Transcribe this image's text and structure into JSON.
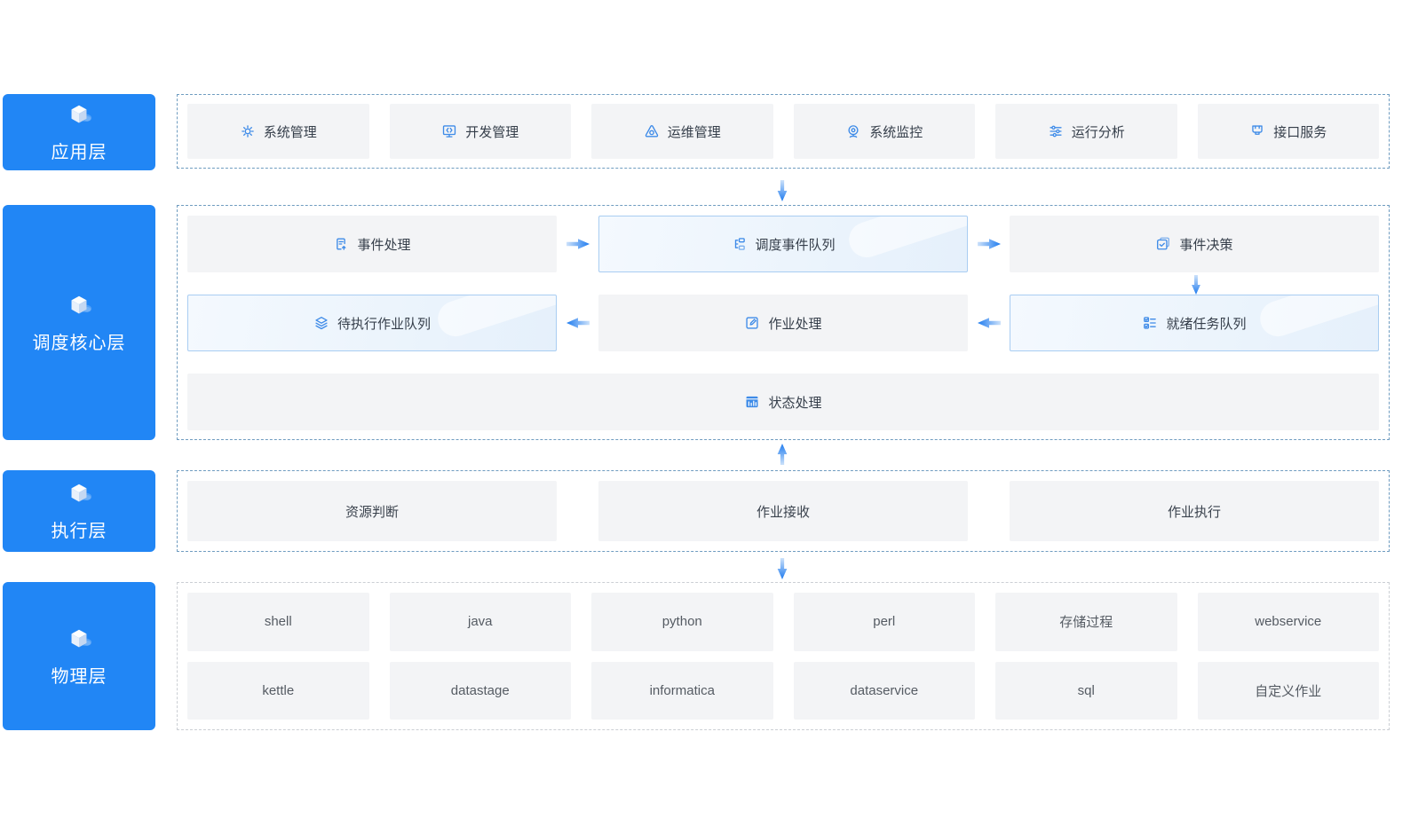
{
  "colors": {
    "badge_blue": "#2186f5",
    "box_gray": "#f3f4f6",
    "highlight_border": "#a9cdf2",
    "icon_blue": "#3e8be8",
    "arrow_blue": "#1e7bef",
    "dashed_blue": "#6f9cc0",
    "dashed_gray": "#cbcfd4"
  },
  "layers": {
    "application": {
      "label": "应用层",
      "icon": "cube-icon",
      "items": [
        {
          "label": "系统管理",
          "icon": "gear-icon"
        },
        {
          "label": "开发管理",
          "icon": "dev-monitor-icon"
        },
        {
          "label": "运维管理",
          "icon": "alarm-triangle-icon"
        },
        {
          "label": "系统监控",
          "icon": "webcam-icon"
        },
        {
          "label": "运行分析",
          "icon": "sliders-icon"
        },
        {
          "label": "接口服务",
          "icon": "plug-icon"
        }
      ]
    },
    "scheduling_core": {
      "label": "调度核心层",
      "icon": "cube-icon",
      "event_processing": {
        "label": "事件处理",
        "icon": "doc-export-icon"
      },
      "schedule_event_queue": {
        "label": "调度事件队列",
        "icon": "tree-list-icon"
      },
      "event_decision": {
        "label": "事件决策",
        "icon": "checkbox-stack-icon"
      },
      "pending_job_queue": {
        "label": "待执行作业队列",
        "icon": "layers-icon"
      },
      "job_processing": {
        "label": "作业处理",
        "icon": "edit-square-icon"
      },
      "ready_task_queue": {
        "label": "就绪任务队列",
        "icon": "checklist-icon"
      },
      "status_processing": {
        "label": "状态处理",
        "icon": "chart-board-icon"
      }
    },
    "execution": {
      "label": "执行层",
      "icon": "cube-icon",
      "items": [
        {
          "label": "资源判断"
        },
        {
          "label": "作业接收"
        },
        {
          "label": "作业执行"
        }
      ]
    },
    "physical": {
      "label": "物理层",
      "icon": "cube-icon",
      "row1": [
        {
          "label": "shell"
        },
        {
          "label": "java"
        },
        {
          "label": "python"
        },
        {
          "label": "perl"
        },
        {
          "label": "存储过程"
        },
        {
          "label": "webservice"
        }
      ],
      "row2": [
        {
          "label": "kettle"
        },
        {
          "label": "datastage"
        },
        {
          "label": "informatica"
        },
        {
          "label": "dataservice"
        },
        {
          "label": "sql"
        },
        {
          "label": "自定义作业"
        }
      ]
    }
  }
}
